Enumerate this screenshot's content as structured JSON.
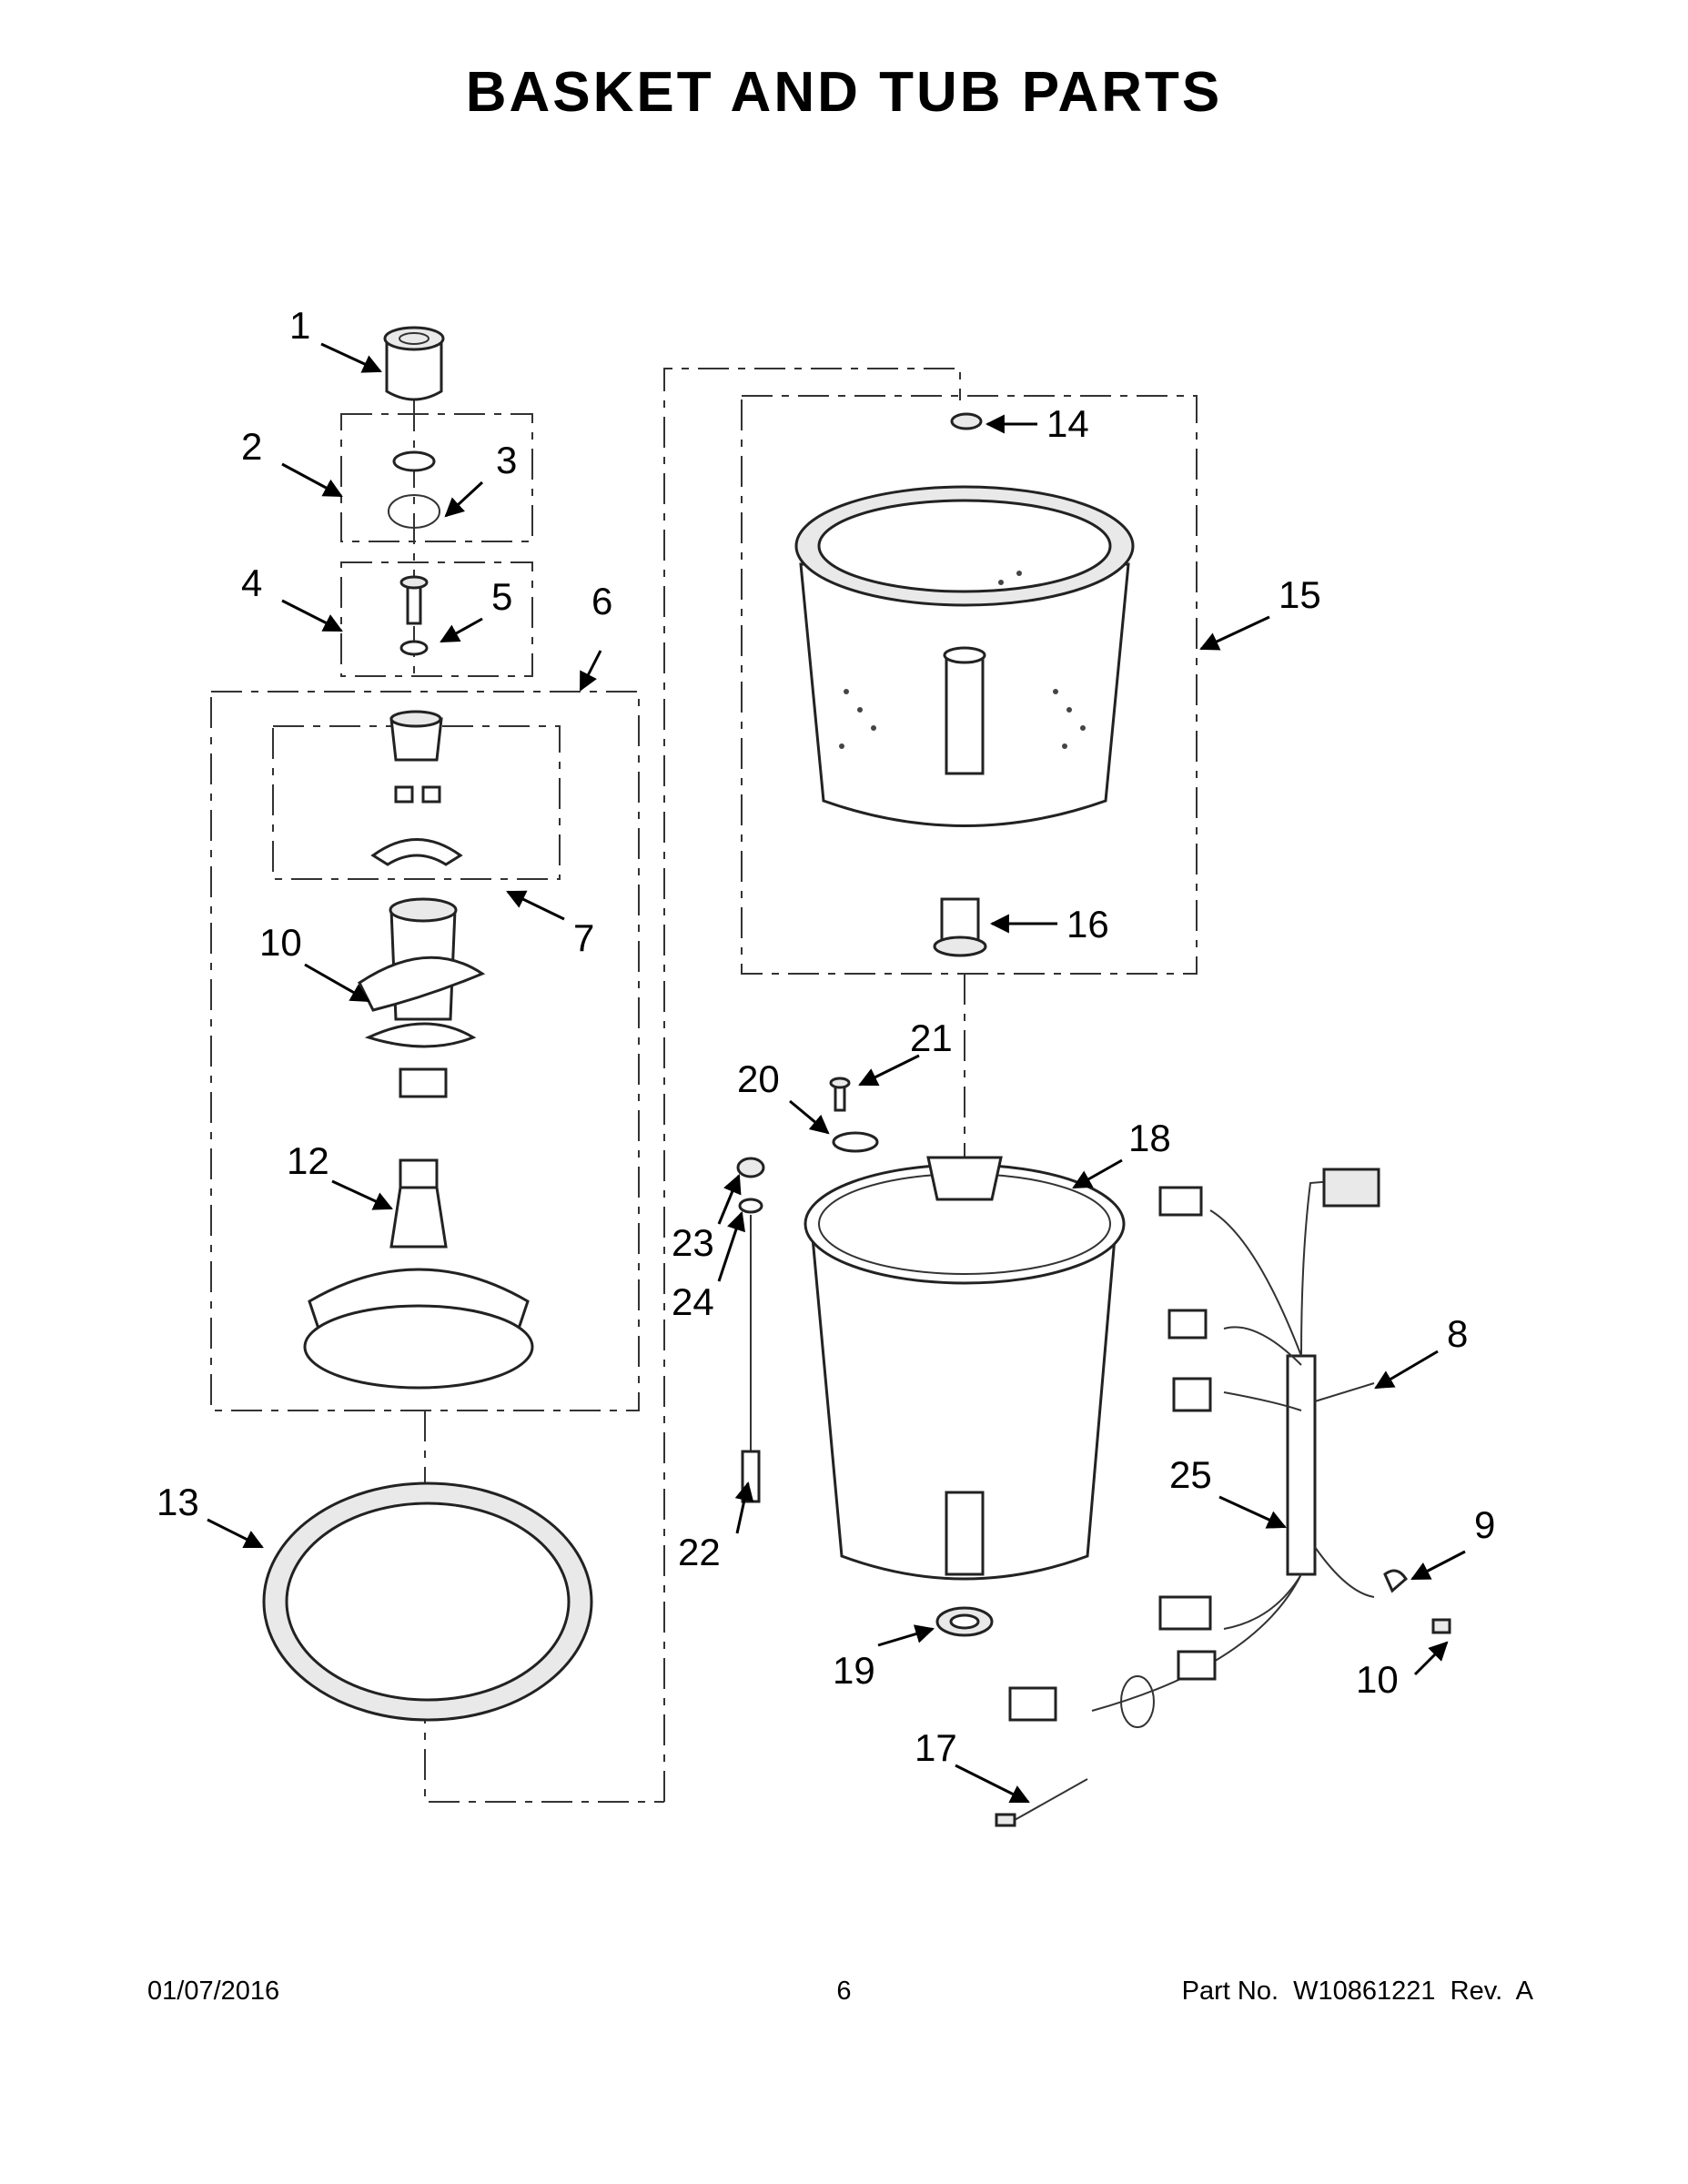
{
  "title": "BASKET AND TUB PARTS",
  "footer": {
    "date": "01/07/2016",
    "page": "6",
    "part": "Part No.  W10861221  Rev.  A"
  },
  "callouts": [
    {
      "id": "c1",
      "label": "1"
    },
    {
      "id": "c2",
      "label": "2"
    },
    {
      "id": "c3",
      "label": "3"
    },
    {
      "id": "c4",
      "label": "4"
    },
    {
      "id": "c5",
      "label": "5"
    },
    {
      "id": "c6",
      "label": "6"
    },
    {
      "id": "c7",
      "label": "7"
    },
    {
      "id": "c8",
      "label": "8"
    },
    {
      "id": "c9",
      "label": "9"
    },
    {
      "id": "c10a",
      "label": "10"
    },
    {
      "id": "c10b",
      "label": "10"
    },
    {
      "id": "c12",
      "label": "12"
    },
    {
      "id": "c13",
      "label": "13"
    },
    {
      "id": "c14",
      "label": "14"
    },
    {
      "id": "c15",
      "label": "15"
    },
    {
      "id": "c16",
      "label": "16"
    },
    {
      "id": "c17",
      "label": "17"
    },
    {
      "id": "c18",
      "label": "18"
    },
    {
      "id": "c19",
      "label": "19"
    },
    {
      "id": "c20",
      "label": "20"
    },
    {
      "id": "c21",
      "label": "21"
    },
    {
      "id": "c22",
      "label": "22"
    },
    {
      "id": "c23",
      "label": "23"
    },
    {
      "id": "c24",
      "label": "24"
    },
    {
      "id": "c25",
      "label": "25"
    }
  ]
}
